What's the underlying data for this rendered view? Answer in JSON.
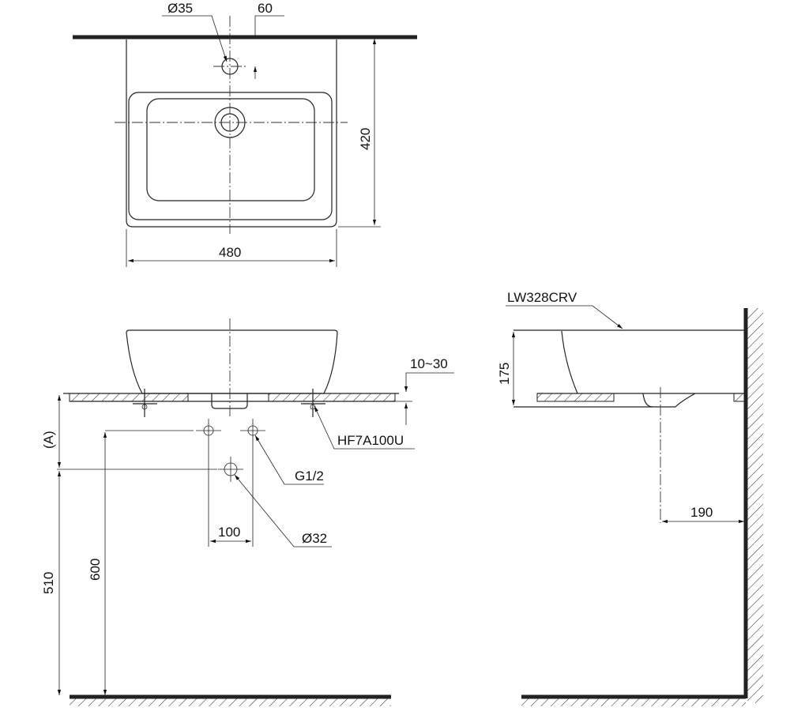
{
  "title": "LW328CRV vessel lavatory installation drawing",
  "top_view": {
    "tap_hole": "Ø35",
    "tap_offset": "60",
    "depth": "420",
    "width": "480"
  },
  "front_view": {
    "counter_thickness": "10~30",
    "bracket": "HF7A100U",
    "dim_a": "(A)",
    "drain_height": "510",
    "supply_height": "600",
    "supply_spacing": "100",
    "supply_thread": "G1/2",
    "drain_dia": "Ø32"
  },
  "side_view": {
    "model": "LW328CRV",
    "height": "175",
    "wall_offset": "190"
  }
}
